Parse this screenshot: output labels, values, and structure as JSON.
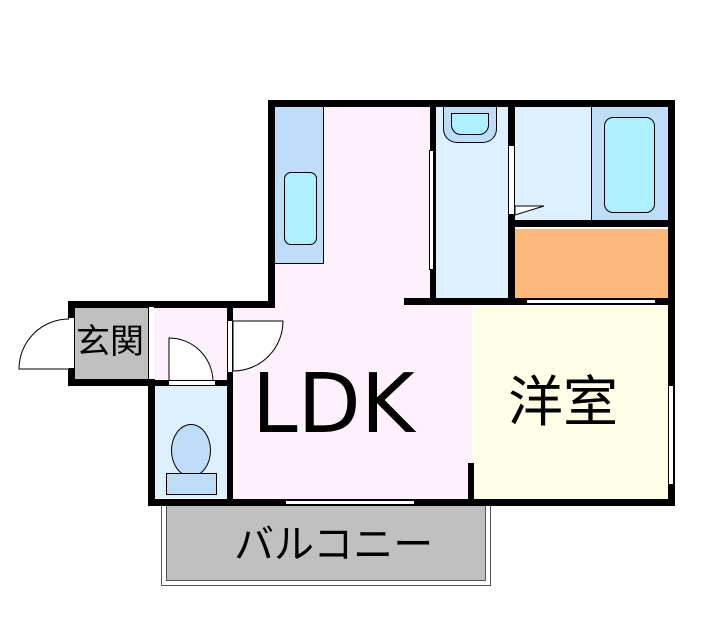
{
  "rooms": {
    "ldk": {
      "label": "LDK",
      "color": "#fff1fb"
    },
    "western_room": {
      "label": "洋室",
      "color": "#fffee6"
    },
    "entrance": {
      "label": "玄関",
      "color": "#c0c0c0"
    },
    "balcony": {
      "label": "バルコニー",
      "color": "#c0c0c0"
    },
    "toilet": {
      "color": "#ddf0ff"
    },
    "washroom": {
      "color": "#ddf0ff"
    },
    "bathroom": {
      "color": "#ddf0ff"
    },
    "closet": {
      "color": "#fdb87c"
    },
    "kitchen_counter": {
      "color": "#bfdcf8"
    }
  },
  "colors": {
    "wall": "#000000",
    "fixture_fill": "#aef0ff",
    "fixture_base": "#bfdcf8"
  }
}
